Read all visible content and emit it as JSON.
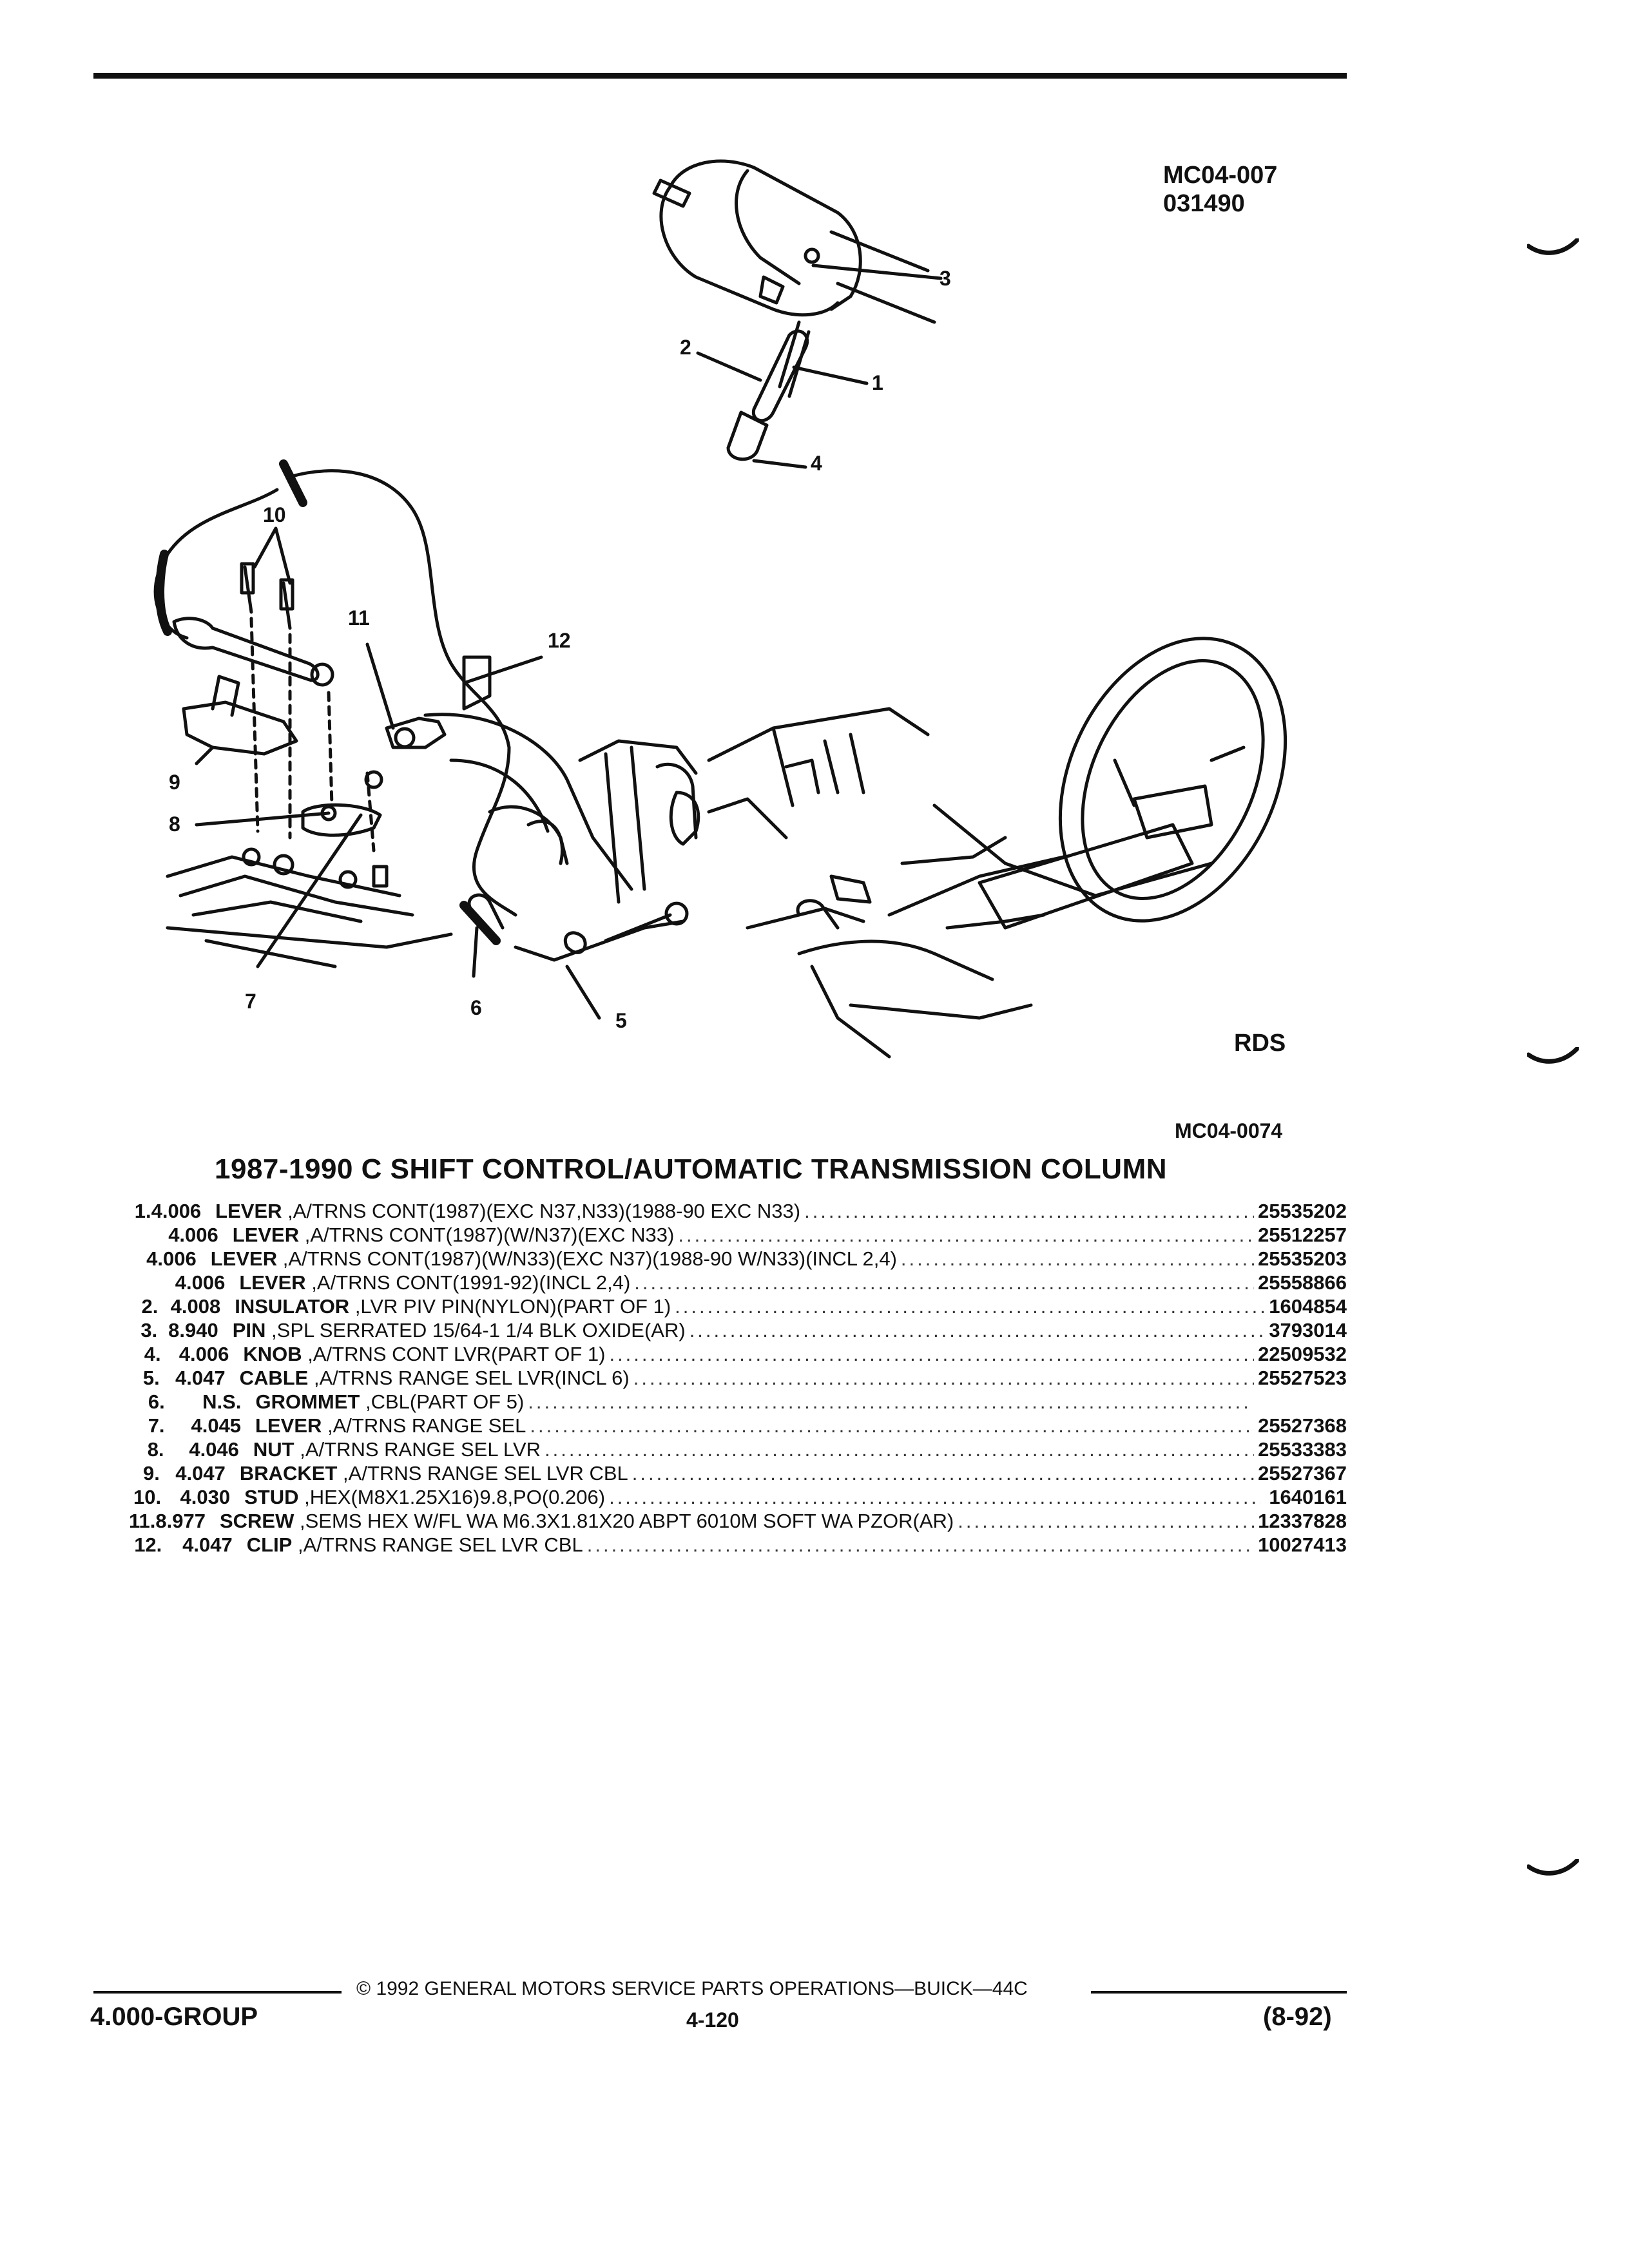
{
  "figure": {
    "ref_top_line1": "MC04-007",
    "ref_top_line2": "031490",
    "rds_label": "RDS",
    "ref_bottom": "MC04-0074",
    "callouts": [
      "1",
      "2",
      "3",
      "4",
      "5",
      "6",
      "7",
      "8",
      "9",
      "10",
      "11",
      "12"
    ]
  },
  "title": "1987-1990 C SHIFT CONTROL/AUTOMATIC TRANSMISSION COLUMN",
  "parts": [
    {
      "num": "1.",
      "group": "4.006",
      "name": "LEVER",
      "desc": " ,A/TRNS CONT(1987)(EXC N37,N33)(1988-90 EXC N33)",
      "part": "25535202"
    },
    {
      "num": "",
      "group": "4.006",
      "name": "LEVER",
      "desc": " ,A/TRNS CONT(1987)(W/N37)(EXC N33)",
      "part": "25512257"
    },
    {
      "num": "",
      "group": "4.006",
      "name": "LEVER",
      "desc": " ,A/TRNS CONT(1987)(W/N33)(EXC N37)(1988-90 W/N33)(INCL 2,4)",
      "part": "25535203"
    },
    {
      "num": "",
      "group": "4.006",
      "name": "LEVER",
      "desc": " ,A/TRNS CONT(1991-92)(INCL 2,4)",
      "part": "25558866"
    },
    {
      "num": "2.",
      "group": "4.008",
      "name": "INSULATOR",
      "desc": " ,LVR PIV PIN(NYLON)(PART OF 1)",
      "part": "1604854"
    },
    {
      "num": "3.",
      "group": "8.940",
      "name": "PIN",
      "desc": " ,SPL SERRATED 15/64-1 1/4 BLK OXIDE(AR)",
      "part": "3793014"
    },
    {
      "num": "4.",
      "group": "4.006",
      "name": "KNOB",
      "desc": " ,A/TRNS CONT LVR(PART OF 1)",
      "part": "22509532"
    },
    {
      "num": "5.",
      "group": "4.047",
      "name": "CABLE",
      "desc": " ,A/TRNS RANGE SEL LVR(INCL 6)",
      "part": "25527523"
    },
    {
      "num": "6.",
      "group": "N.S.",
      "name": "GROMMET",
      "desc": " ,CBL(PART OF 5)",
      "part": ""
    },
    {
      "num": "7.",
      "group": "4.045",
      "name": "LEVER",
      "desc": " ,A/TRNS RANGE SEL",
      "part": "25527368"
    },
    {
      "num": "8.",
      "group": "4.046",
      "name": "NUT",
      "desc": " ,A/TRNS RANGE SEL LVR",
      "part": "25533383"
    },
    {
      "num": "9.",
      "group": "4.047",
      "name": "BRACKET",
      "desc": " ,A/TRNS RANGE SEL LVR CBL",
      "part": "25527367"
    },
    {
      "num": "10.",
      "group": "4.030",
      "name": "STUD",
      "desc": " ,HEX(M8X1.25X16)9.8,PO(0.206)",
      "part": "1640161"
    },
    {
      "num": "11.",
      "group": "8.977",
      "name": "SCREW",
      "desc": " ,SEMS HEX W/FL WA M6.3X1.81X20 ABPT 6010M SOFT WA PZOR(AR)",
      "part": "12337828"
    },
    {
      "num": "12.",
      "group": "4.047",
      "name": "CLIP",
      "desc": " ,A/TRNS RANGE SEL LVR CBL",
      "part": "10027413"
    }
  ],
  "footer": {
    "copyright": "©  1992  GENERAL MOTORS SERVICE PARTS OPERATIONS—BUICK—44C",
    "group": "4.000-GROUP",
    "page": "4-120",
    "revision": "(8-92)"
  }
}
